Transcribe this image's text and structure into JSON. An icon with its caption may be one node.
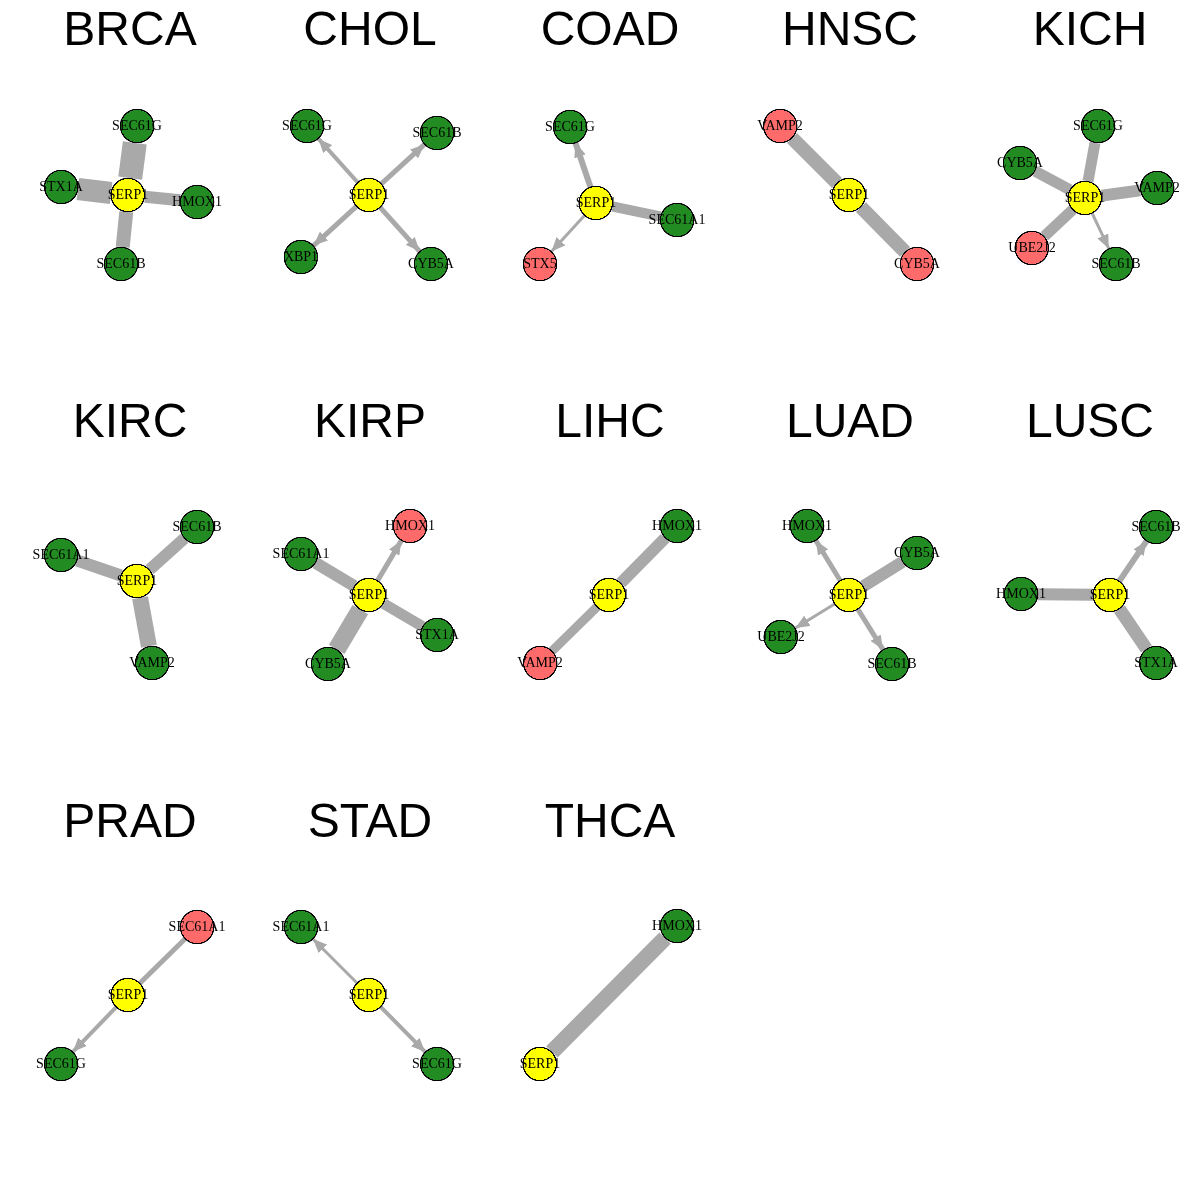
{
  "diagram": {
    "nodes": [
      {
        "text": [
          "SEC61G"
        ]
      },
      {
        "text": [
          "STX1A"
        ]
      },
      {
        "text": [
          "SERP1"
        ]
      },
      {
        "text": [
          "HMOX1"
        ]
      },
      {
        "text": [
          "SEC61B"
        ]
      },
      {
        "text": [
          "SEC61G"
        ]
      },
      {
        "text": [
          "SEC61B"
        ]
      },
      {
        "text": [
          "SERP1"
        ]
      },
      {
        "text": [
          "XBP1"
        ]
      },
      {
        "text": [
          "CYB5A"
        ]
      },
      {
        "text": [
          "SEC61G"
        ]
      },
      {
        "text": [
          "SERP1"
        ]
      },
      {
        "text": [
          "SEC61A1"
        ]
      },
      {
        "text": [
          "STX5"
        ]
      },
      {
        "text": [
          "VAMP2"
        ]
      },
      {
        "text": [
          "SERP1"
        ]
      },
      {
        "text": [
          "CYB5A"
        ]
      },
      {
        "text": [
          "SEC61G"
        ]
      },
      {
        "text": [
          "CYB5A"
        ]
      },
      {
        "text": [
          "VAMP2"
        ]
      },
      {
        "text": [
          "SERP1"
        ]
      },
      {
        "text": [
          "UBE2J2"
        ]
      },
      {
        "text": [
          "SEC61B"
        ]
      },
      {
        "text": [
          "SEC61B"
        ]
      },
      {
        "text": [
          "SEC61A1"
        ]
      },
      {
        "text": [
          "SERP1"
        ]
      },
      {
        "text": [
          "VAMP2"
        ]
      },
      {
        "text": [
          "HMOX1"
        ]
      },
      {
        "text": [
          "SEC61A1"
        ]
      },
      {
        "text": [
          "SERP1"
        ]
      },
      {
        "text": [
          "STX1A"
        ]
      },
      {
        "text": [
          "CYB5A"
        ]
      },
      {
        "text": [
          "HMOX1"
        ]
      },
      {
        "text": [
          "SERP1"
        ]
      },
      {
        "text": [
          "VAMP2"
        ]
      },
      {
        "text": [
          "HMOX1"
        ]
      },
      {
        "text": [
          "CYB5A"
        ]
      },
      {
        "text": [
          "SERP1"
        ]
      },
      {
        "text": [
          "UBE2J2"
        ]
      },
      {
        "text": [
          "SEC61B"
        ]
      },
      {
        "text": [
          "SEC61B"
        ]
      },
      {
        "text": [
          "HMOX1"
        ]
      },
      {
        "text": [
          "SERP1"
        ]
      },
      {
        "text": [
          "STX1A"
        ]
      },
      {
        "text": [
          "SEC61A1"
        ]
      },
      {
        "text": [
          "SERP1"
        ]
      },
      {
        "text": [
          "SEC61G"
        ]
      },
      {
        "text": [
          "SEC61A1"
        ]
      },
      {
        "text": [
          "SERP1"
        ]
      },
      {
        "text": [
          "SEC61G"
        ]
      },
      {
        "text": [
          "HMOX1"
        ]
      },
      {
        "text": [
          "SERP1"
        ]
      }
    ],
    "edges": [
      {
        "from": 2,
        "to": 0,
        "arrow": "none",
        "style": "thick"
      },
      {
        "from": 2,
        "to": 1,
        "arrow": "none",
        "style": "thick"
      },
      {
        "from": 2,
        "to": 3,
        "arrow": "none"
      },
      {
        "from": 2,
        "to": 4,
        "arrow": "none"
      },
      {
        "from": 7,
        "to": 5,
        "arrow": "to"
      },
      {
        "from": 7,
        "to": 6,
        "arrow": "to"
      },
      {
        "from": 7,
        "to": 8,
        "arrow": "to"
      },
      {
        "from": 7,
        "to": 9,
        "arrow": "to"
      },
      {
        "from": 11,
        "to": 10,
        "arrow": "to"
      },
      {
        "from": 11,
        "to": 12,
        "arrow": "none"
      },
      {
        "from": 11,
        "to": 13,
        "arrow": "to"
      },
      {
        "from": 15,
        "to": 14,
        "arrow": "none"
      },
      {
        "from": 15,
        "to": 16,
        "arrow": "none"
      },
      {
        "from": 20,
        "to": 17,
        "arrow": "none"
      },
      {
        "from": 20,
        "to": 18,
        "arrow": "none"
      },
      {
        "from": 20,
        "to": 19,
        "arrow": "none"
      },
      {
        "from": 20,
        "to": 21,
        "arrow": "none"
      },
      {
        "from": 20,
        "to": 22,
        "arrow": "to"
      },
      {
        "from": 25,
        "to": 23,
        "arrow": "none"
      },
      {
        "from": 25,
        "to": 24,
        "arrow": "none"
      },
      {
        "from": 25,
        "to": 26,
        "arrow": "none"
      },
      {
        "from": 29,
        "to": 27,
        "arrow": "to"
      },
      {
        "from": 29,
        "to": 28,
        "arrow": "none"
      },
      {
        "from": 29,
        "to": 30,
        "arrow": "none"
      },
      {
        "from": 29,
        "to": 31,
        "arrow": "none"
      },
      {
        "from": 33,
        "to": 32,
        "arrow": "none"
      },
      {
        "from": 33,
        "to": 34,
        "arrow": "none"
      },
      {
        "from": 37,
        "to": 35,
        "arrow": "to"
      },
      {
        "from": 37,
        "to": 36,
        "arrow": "none"
      },
      {
        "from": 37,
        "to": 38,
        "arrow": "to"
      },
      {
        "from": 37,
        "to": 39,
        "arrow": "to"
      },
      {
        "from": 42,
        "to": 40,
        "arrow": "to"
      },
      {
        "from": 42,
        "to": 41,
        "arrow": "none"
      },
      {
        "from": 42,
        "to": 43,
        "arrow": "none"
      },
      {
        "from": 45,
        "to": 44,
        "arrow": "none"
      },
      {
        "from": 45,
        "to": 46,
        "arrow": "to"
      },
      {
        "from": 48,
        "to": 47,
        "arrow": "to"
      },
      {
        "from": 48,
        "to": 49,
        "arrow": "to"
      },
      {
        "from": 51,
        "to": 50,
        "arrow": "none"
      }
    ],
    "labels": [
      "BRCA",
      "CHOL",
      "COAD",
      "HNSC",
      "KICH",
      "KIRC",
      "KIRP",
      "LIHC",
      "LUAD",
      "LUSC",
      "PRAD",
      "STAD",
      "THCA"
    ]
  }
}
